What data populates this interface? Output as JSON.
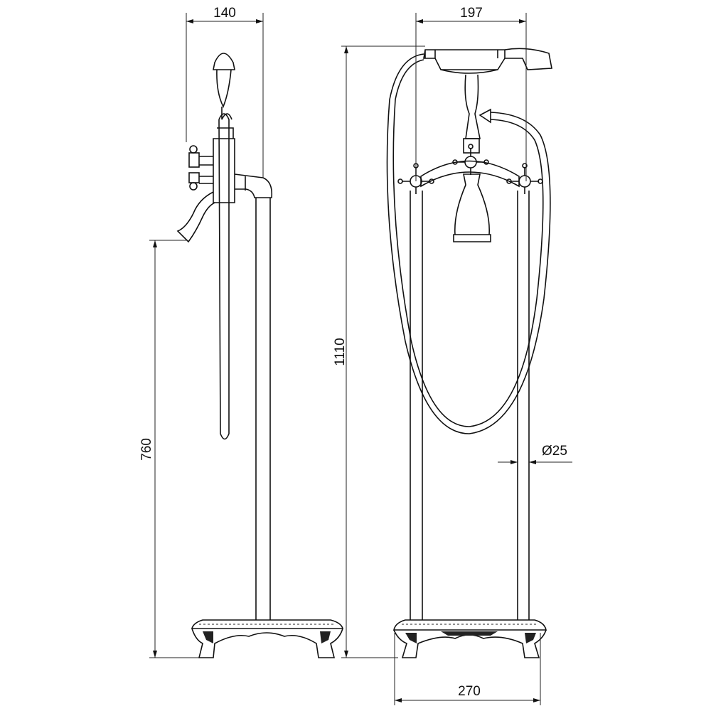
{
  "dimensions": {
    "side_width": "140",
    "front_width": "197",
    "total_height": "1110",
    "spout_height": "760",
    "pipe_diameter": "Ø25",
    "base_width": "270"
  },
  "views": [
    "side-view",
    "front-view"
  ]
}
